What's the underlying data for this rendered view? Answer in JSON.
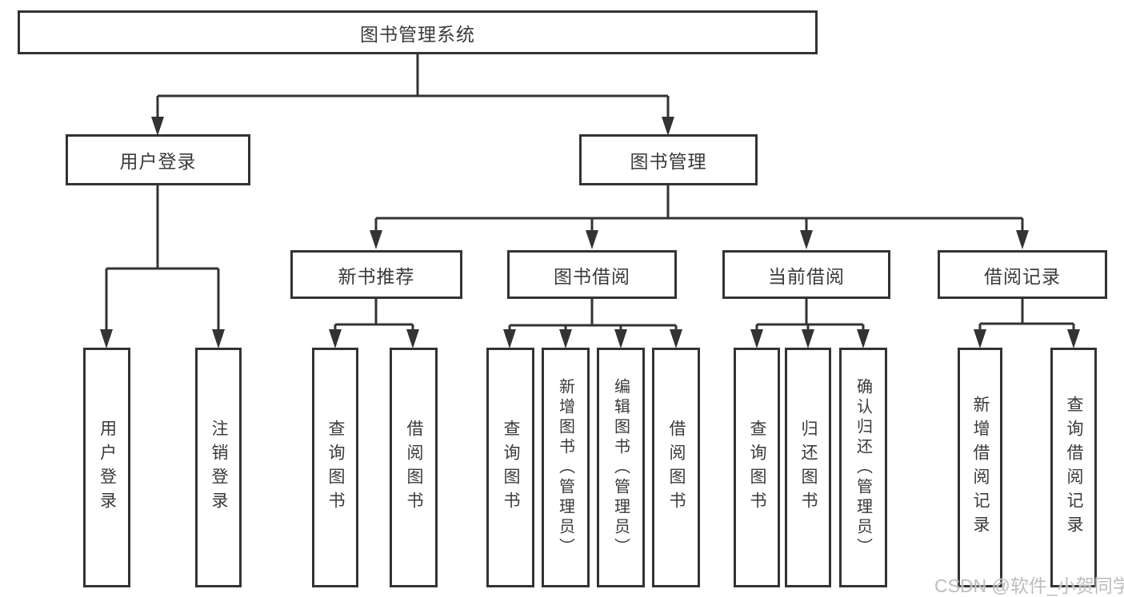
{
  "colors": {
    "line": "#333333",
    "box_border": "#333333",
    "text": "#3a3a3a",
    "background": "#ffffff",
    "watermark": "#bdbdbd"
  },
  "tree": {
    "label": "图书管理系统",
    "children": [
      {
        "label": "用户登录",
        "children": [
          {
            "label": "用户登录"
          },
          {
            "label": "注销登录"
          }
        ]
      },
      {
        "label": "图书管理",
        "children": [
          {
            "label": "新书推荐",
            "children": [
              {
                "label": "查询图书"
              },
              {
                "label": "借阅图书"
              }
            ]
          },
          {
            "label": "图书借阅",
            "children": [
              {
                "label": "查询图书"
              },
              {
                "label": "新增图书（管理员）"
              },
              {
                "label": "编辑图书（管理员）"
              },
              {
                "label": "借阅图书"
              }
            ]
          },
          {
            "label": "当前借阅",
            "children": [
              {
                "label": "查询图书"
              },
              {
                "label": "归还图书"
              },
              {
                "label": "确认归还（管理员）"
              }
            ]
          },
          {
            "label": "借阅记录",
            "children": [
              {
                "label": "新增借阅记录"
              },
              {
                "label": "查询借阅记录"
              }
            ]
          }
        ]
      }
    ]
  },
  "watermark": {
    "text": "CSDN @软件_小贺同学"
  }
}
